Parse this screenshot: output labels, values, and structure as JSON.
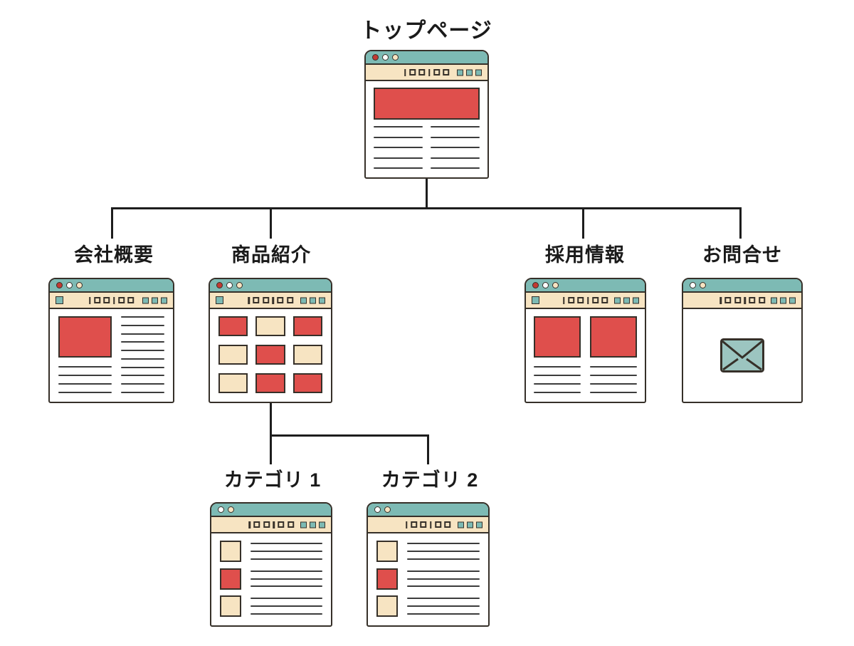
{
  "diagram_type": "website-sitemap",
  "palette": {
    "teal": "#7dbab4",
    "cream": "#f7e4c2",
    "red": "#df4f4c",
    "red_dot": "#c23a33",
    "white": "#ffffff",
    "outline": "#363029",
    "line": "#3c3c3c",
    "connector": "#1d1d1d",
    "envelope": "#9cc5c0",
    "text": "#1a1a1a"
  },
  "chrome": {
    "url_pattern": [
      "bar",
      "square",
      "square",
      "bar",
      "square",
      "square"
    ],
    "right_squares": 3
  },
  "nodes": [
    {
      "id": "top",
      "label": "トップページ",
      "dots": [
        "red_dot",
        "white",
        "cream"
      ],
      "nav_button": false,
      "content": {
        "type": "hero",
        "hero_color": "red",
        "columns": 2,
        "lines_per_col": 5
      }
    },
    {
      "id": "company",
      "label": "会社概要",
      "dots": [
        "red_dot",
        "white",
        "cream"
      ],
      "nav_button": true,
      "content": {
        "type": "media-left",
        "media_color": "red",
        "left_lines": 4,
        "right_lines": 10
      }
    },
    {
      "id": "product",
      "label": "商品紹介",
      "dots": [
        "red_dot",
        "white",
        "cream"
      ],
      "nav_button": true,
      "content": {
        "type": "grid",
        "cells": [
          "red",
          "cream",
          "red",
          "cream",
          "red",
          "cream",
          "cream",
          "red",
          "red"
        ]
      }
    },
    {
      "id": "recruit",
      "label": "採用情報",
      "dots": [
        "red_dot",
        "white",
        "cream"
      ],
      "nav_button": true,
      "content": {
        "type": "two-media",
        "media_color": "red",
        "columns": 2,
        "lines_per_col": 4
      }
    },
    {
      "id": "contact",
      "label": "お問合せ",
      "dots": [
        "white",
        "cream"
      ],
      "nav_button": false,
      "content": {
        "type": "envelope",
        "icon": "envelope-icon",
        "icon_color": "envelope"
      }
    },
    {
      "id": "cat1",
      "label": "カテゴリ 1",
      "dots": [
        "white",
        "cream"
      ],
      "nav_button": false,
      "content": {
        "type": "list",
        "items": [
          {
            "thumb": "cream",
            "lines": 3
          },
          {
            "thumb": "red",
            "lines": 3
          },
          {
            "thumb": "cream",
            "lines": 3
          }
        ]
      }
    },
    {
      "id": "cat2",
      "label": "カテゴリ 2",
      "dots": [
        "white",
        "cream"
      ],
      "nav_button": false,
      "content": {
        "type": "list",
        "items": [
          {
            "thumb": "cream",
            "lines": 3
          },
          {
            "thumb": "red",
            "lines": 3
          },
          {
            "thumb": "cream",
            "lines": 3
          }
        ]
      }
    }
  ],
  "edges": [
    [
      "top",
      "company"
    ],
    [
      "top",
      "product"
    ],
    [
      "top",
      "recruit"
    ],
    [
      "top",
      "contact"
    ],
    [
      "product",
      "cat1"
    ],
    [
      "product",
      "cat2"
    ]
  ]
}
